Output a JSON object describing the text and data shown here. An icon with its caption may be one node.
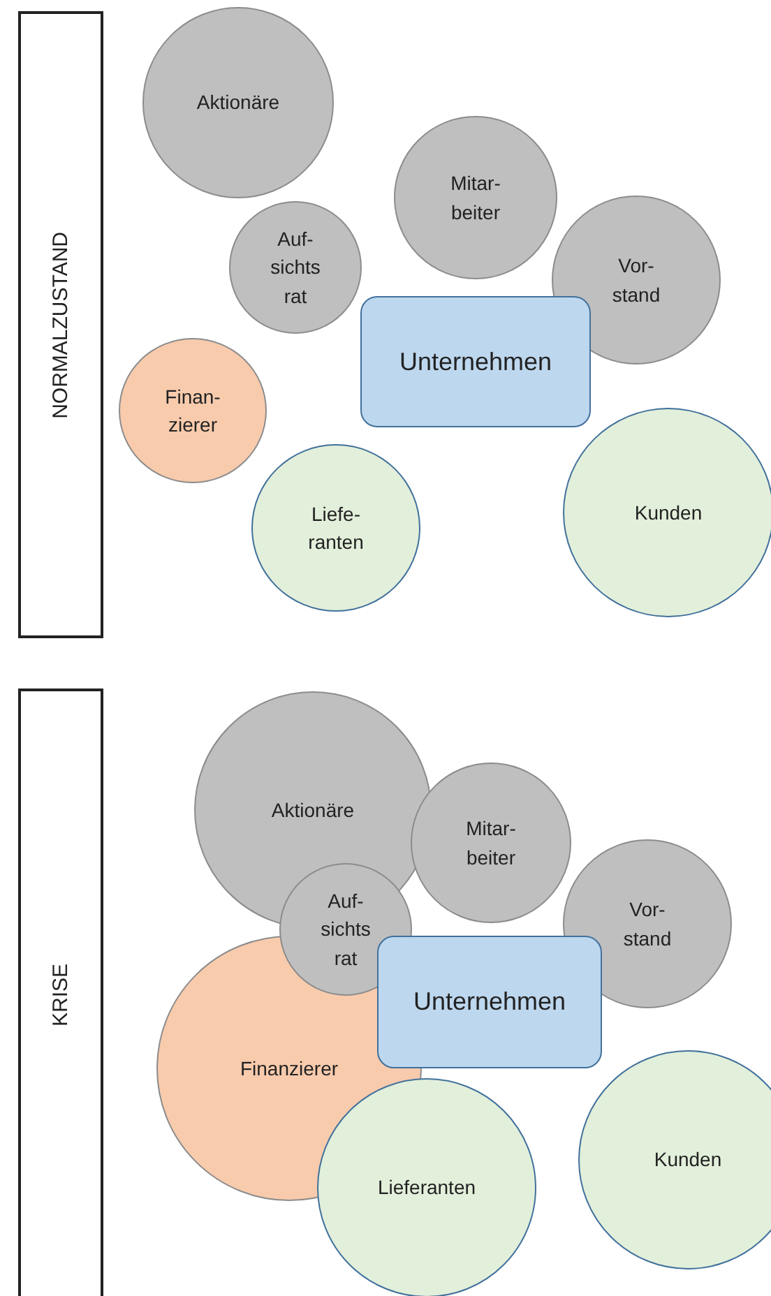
{
  "diagram": {
    "nodes": [
      {
        "text": [
          "NORMALZUSTAND"
        ]
      },
      {
        "text": [
          "Aktionäre"
        ]
      },
      {
        "text": [
          "Mitar- beiter"
        ]
      },
      {
        "text": [
          "Auf- sichts rat"
        ]
      },
      {
        "text": [
          "Vor- stand"
        ]
      },
      {
        "text": [
          "Unternehmen"
        ]
      },
      {
        "text": [
          "Finan- zierer"
        ]
      },
      {
        "text": [
          "Liefe- ranten"
        ]
      },
      {
        "text": [
          "Kunden"
        ]
      },
      {
        "text": [
          "KRISE"
        ]
      },
      {
        "text": [
          "Aktionäre"
        ]
      },
      {
        "text": [
          "Mitar- beiter"
        ]
      },
      {
        "text": [
          "Auf- sichts rat"
        ]
      },
      {
        "text": [
          "Vor- stand"
        ]
      },
      {
        "text": [
          "Unternehmen"
        ]
      },
      {
        "text": [
          "Finanzierer"
        ]
      },
      {
        "text": [
          "Lieferanten"
        ]
      },
      {
        "text": [
          "Kunden"
        ]
      }
    ]
  }
}
